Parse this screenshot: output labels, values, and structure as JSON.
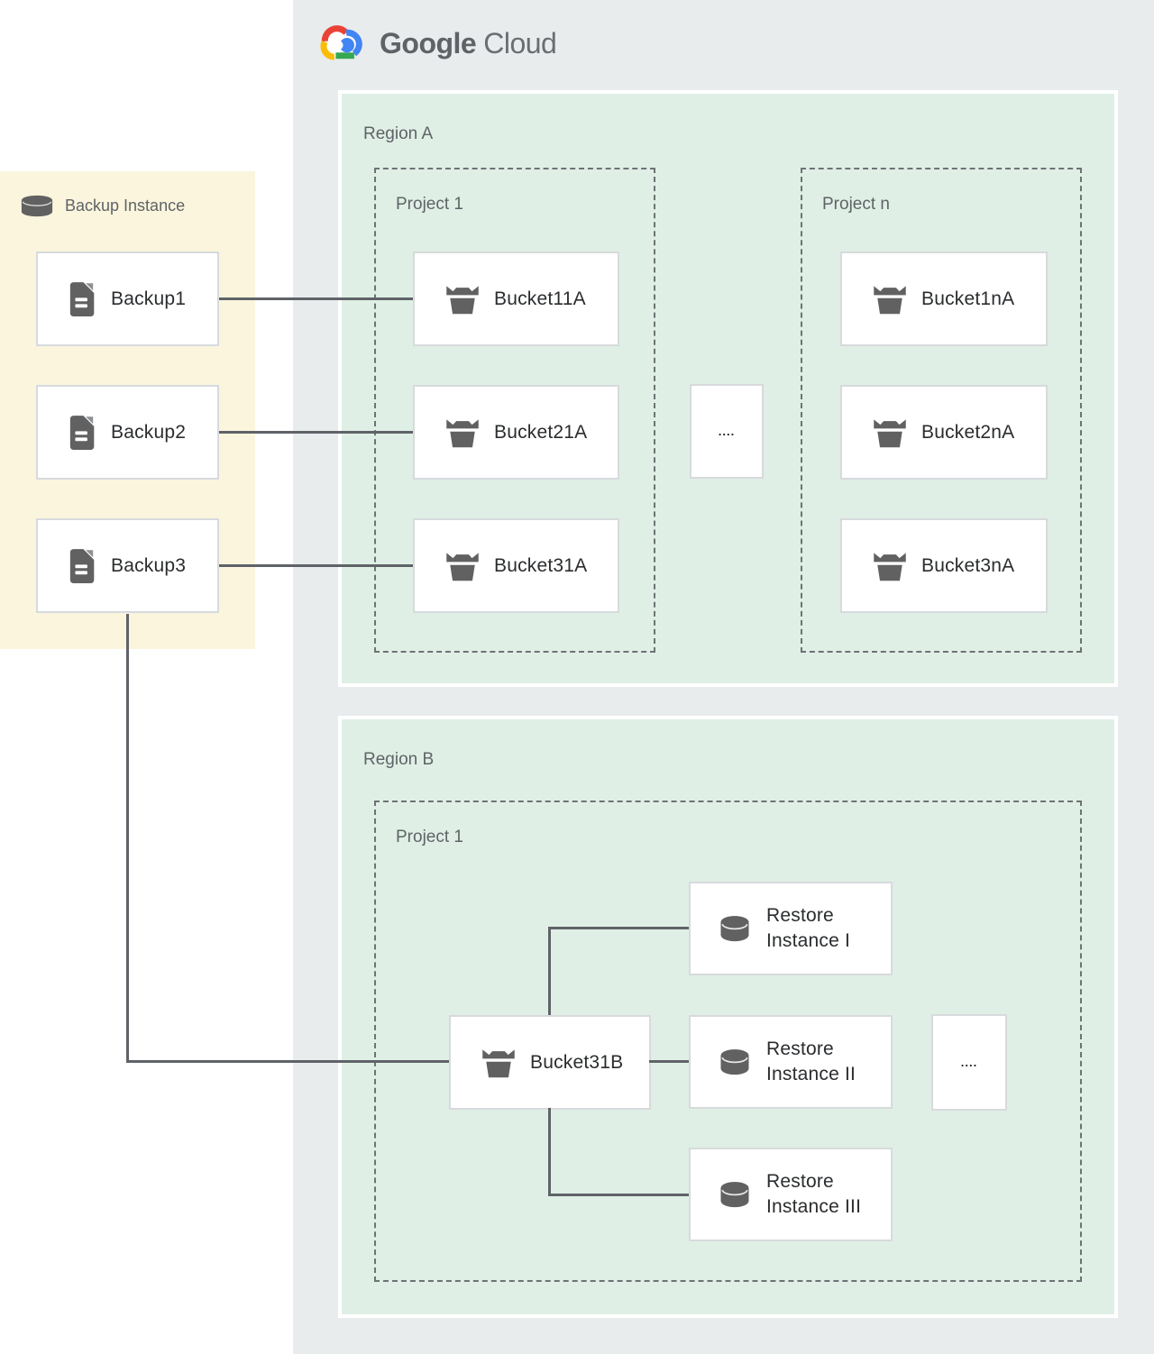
{
  "logo": {
    "brand": "Google",
    "suffix": "Cloud"
  },
  "backup_panel": {
    "title": "Backup Instance",
    "items": [
      "Backup1",
      "Backup2",
      "Backup3"
    ]
  },
  "region_a": {
    "label": "Region A",
    "project_1": {
      "label": "Project 1",
      "buckets": [
        "Bucket11A",
        "Bucket21A",
        "Bucket31A"
      ]
    },
    "project_n": {
      "label": "Project n",
      "buckets": [
        "Bucket1nA",
        "Bucket2nA",
        "Bucket3nA"
      ]
    },
    "ellipsis": "...."
  },
  "region_b": {
    "label": "Region B",
    "project_1": {
      "label": "Project 1",
      "bucket": "Bucket31B",
      "restore_instances": [
        "Restore Instance I",
        "Restore Instance II",
        "Restore Instance III"
      ],
      "ellipsis": "...."
    }
  },
  "icons": {
    "logo": "google-cloud-logo",
    "backup_panel_title": "database-cylinder-icon",
    "backup_item": "document-icon",
    "bucket": "storage-bucket-icon",
    "restore_instance": "database-cylinder-icon"
  },
  "colors": {
    "canvas_fill": "#e9eced",
    "region_fill": "#dfefe5",
    "backup_panel_fill": "#fbf5dd",
    "node_border": "#d7dadd",
    "connector": "#5f6368",
    "icon_gray": "#616161",
    "label_gray": "#5f6368",
    "logo_red": "#EA4335",
    "logo_yellow": "#FBBC04",
    "logo_green": "#34A853",
    "logo_blue": "#4285F4"
  }
}
